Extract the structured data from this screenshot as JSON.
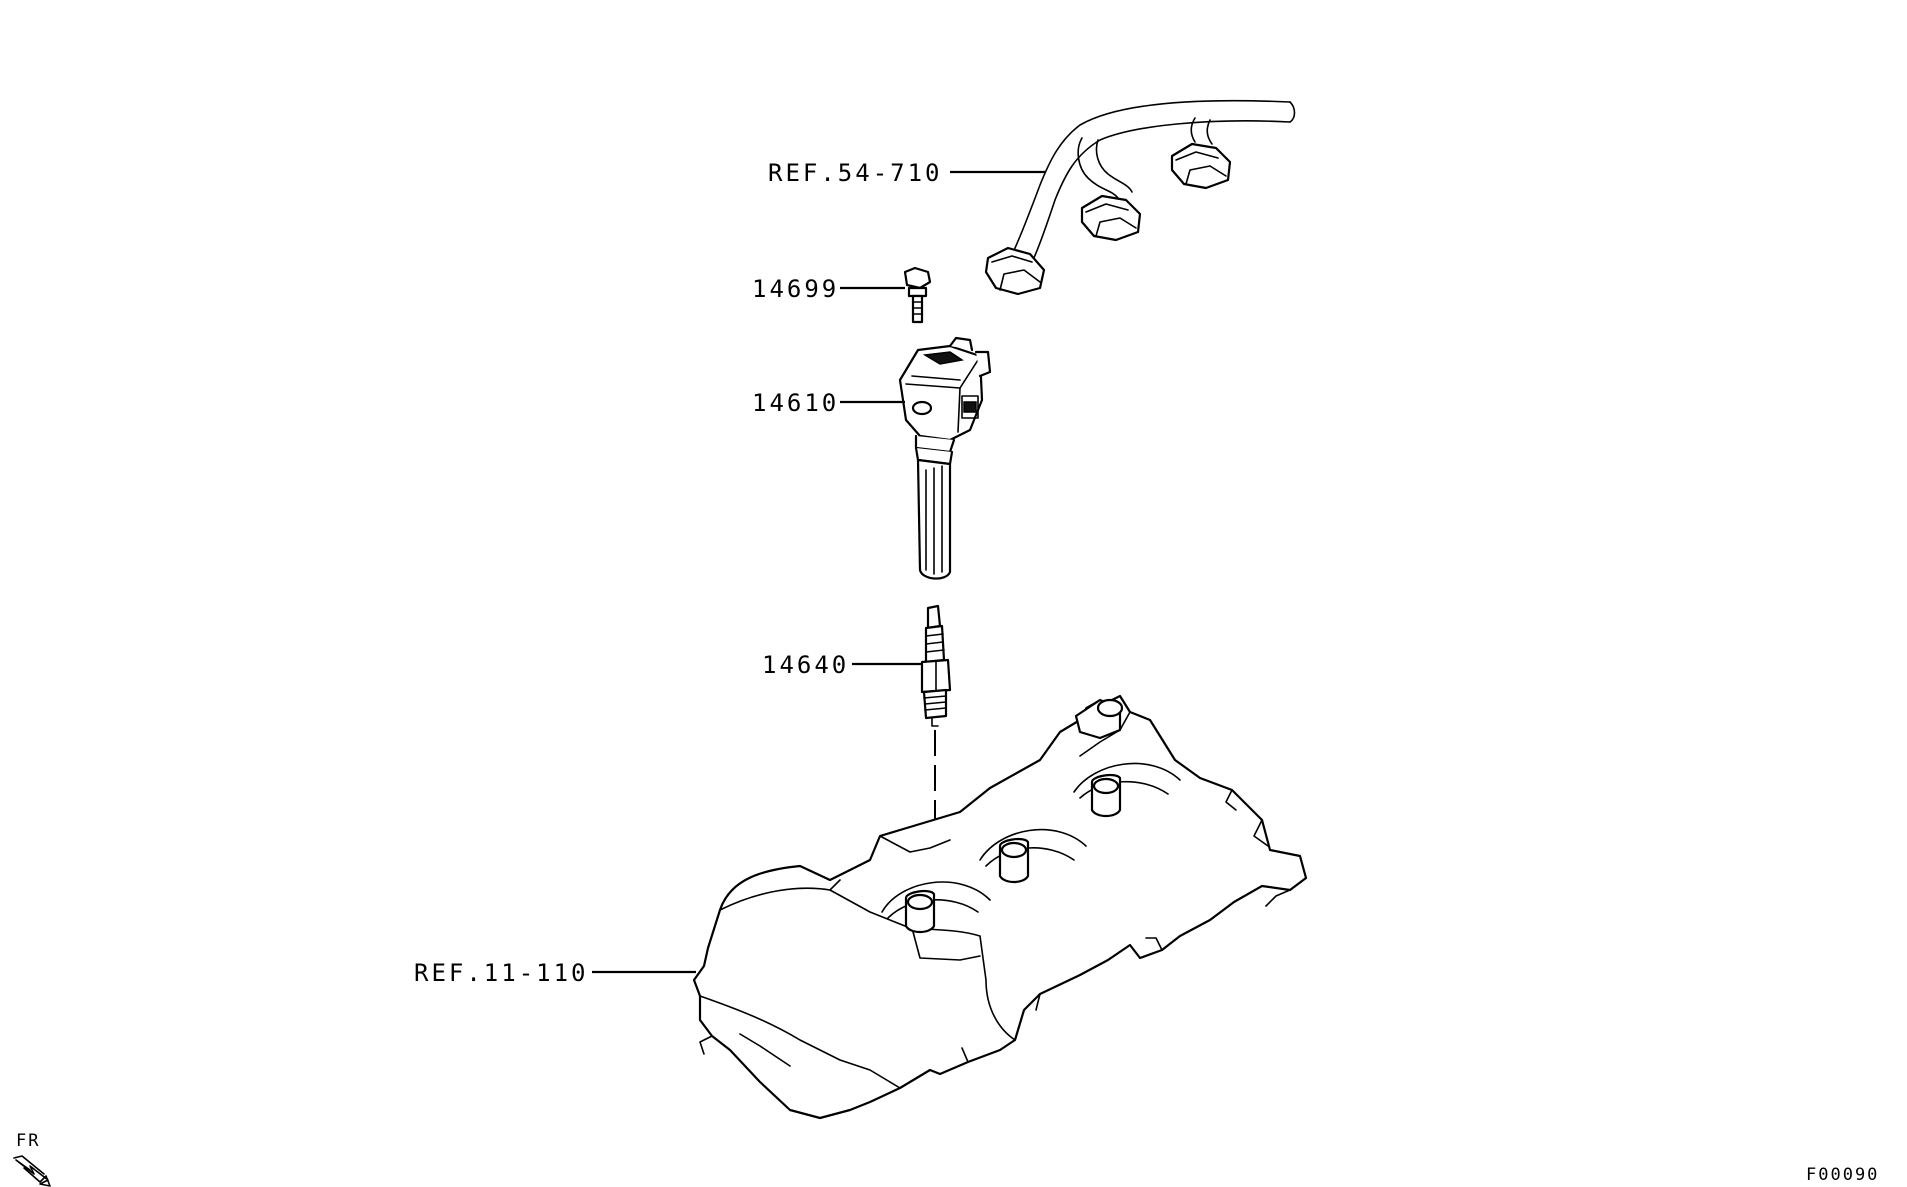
{
  "callouts": {
    "harness_ref": "REF.54-710",
    "bolt": "14699",
    "ignition_coil": "14610",
    "spark_plug": "14640",
    "rocker_cover_ref": "REF.11-110"
  },
  "orientation": {
    "label": "FR",
    "icon": "front-direction-arrow-icon"
  },
  "figure_code": "F00090",
  "colors": {
    "line": "#000000",
    "background": "#ffffff"
  }
}
